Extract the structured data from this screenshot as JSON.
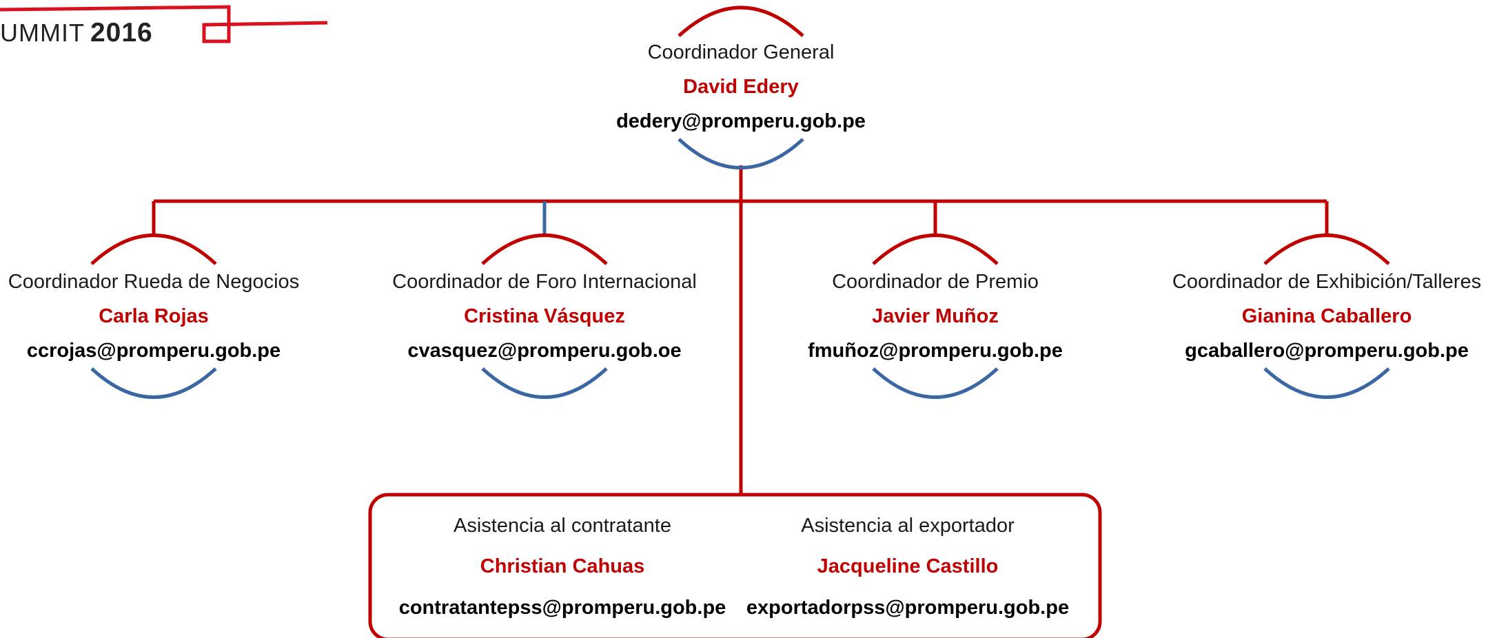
{
  "brand": {
    "word": "UMMIT",
    "year": "2016"
  },
  "colors": {
    "connector": "#c00000",
    "arc_top": "#c00000",
    "arc_bottom": "#3a67a4",
    "name_text": "#c00000"
  },
  "root": {
    "role": "Coordinador  General",
    "name": "David Edery",
    "email": "dedery@promperu.gob.pe"
  },
  "coordinators": [
    {
      "role": "Coordinador Rueda de Negocios",
      "name": "Carla Rojas",
      "email": "ccrojas@promperu.gob.pe"
    },
    {
      "role": "Coordinador de Foro Internacional",
      "name": "Cristina Vásquez",
      "email": "cvasquez@promperu.gob.oe"
    },
    {
      "role": "Coordinador de Premio",
      "name": "Javier Muñoz",
      "email": "fmuñoz@promperu.gob.pe"
    },
    {
      "role": "Coordinador de Exhibición/Talleres",
      "name": "Gianina Caballero",
      "email": "gcaballero@promperu.gob.pe"
    }
  ],
  "assistance": [
    {
      "role": "Asistencia al contratante",
      "name": "Christian Cahuas",
      "email": "contratantepss@promperu.gob.pe"
    },
    {
      "role": "Asistencia al exportador",
      "name": "Jacqueline Castillo",
      "email": "exportadorpss@promperu.gob.pe"
    }
  ]
}
